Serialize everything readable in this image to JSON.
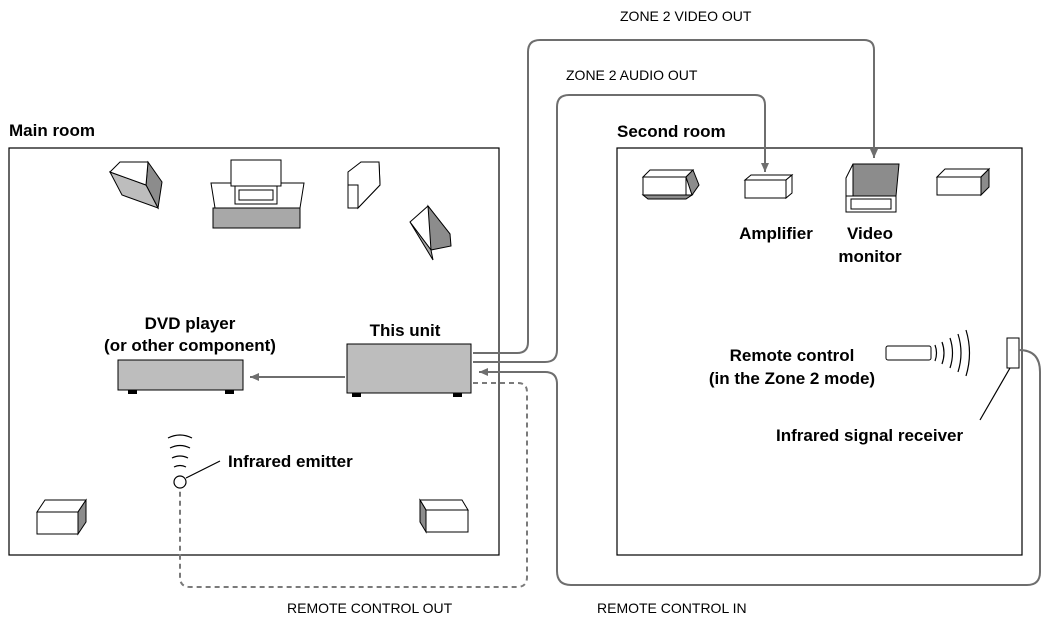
{
  "rooms": {
    "main_label": "Main room",
    "second_label": "Second room"
  },
  "devices": {
    "dvd_line1": "DVD player",
    "dvd_line2": "(or other component)",
    "this_unit": "This unit",
    "infrared_emitter": "Infrared emitter",
    "amplifier": "Amplifier",
    "video_line1": "Video",
    "video_line2": "monitor",
    "remote_line1": "Remote control",
    "remote_line2": "(in the Zone 2 mode)",
    "ir_receiver": "Infrared signal receiver"
  },
  "connections": {
    "zone2_video_out": "ZONE 2 VIDEO OUT",
    "zone2_audio_out": "ZONE 2 AUDIO OUT",
    "remote_control_out": "REMOTE CONTROL OUT",
    "remote_control_in": "REMOTE CONTROL IN"
  },
  "colors": {
    "line": "#000000",
    "wire": "#6e6e6e",
    "device_fill": "#bdbdbd",
    "device_dark": "#8c8c8c"
  }
}
